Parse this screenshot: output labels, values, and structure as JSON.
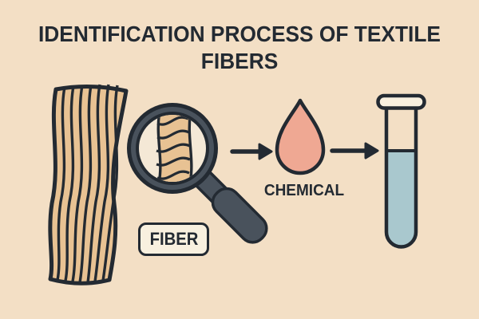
{
  "title": "IDENTIFICATION PROCESS OF TEXTILE FIBERS",
  "labels": {
    "fiber": "FIBER",
    "chemical": "CHEMICAL"
  },
  "icons": {
    "fabric_swatch": "fabric-swatch-icon",
    "magnifier": "magnifier-icon",
    "arrow_fiber_to_chemical": "arrow-right-icon",
    "chemical_drop": "chemical-drop-icon",
    "arrow_chemical_to_tube": "arrow-right-icon",
    "test_tube": "test-tube-icon"
  },
  "colors": {
    "background": "#f3dfc5",
    "outline": "#232a32",
    "fabric": "#e8c293",
    "drop": "#efa893",
    "liquid": "#a9c8ce",
    "magnifier_body": "#49525c",
    "lens_background": "#f4e8d6",
    "label_background": "#f8f0df"
  }
}
